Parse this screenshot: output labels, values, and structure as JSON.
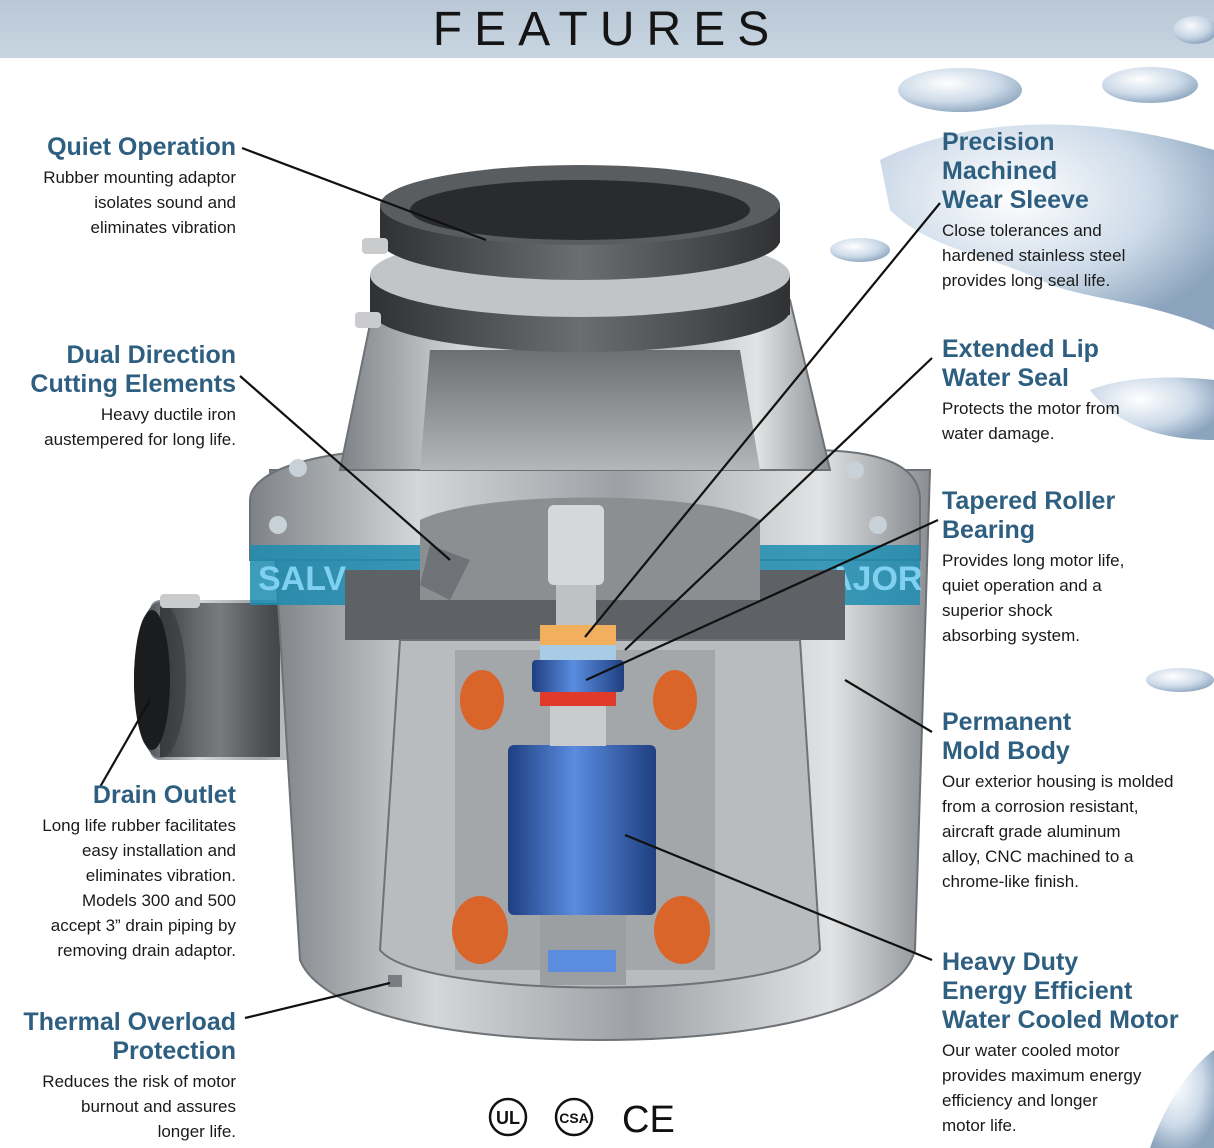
{
  "header": {
    "title": "FEATURES"
  },
  "callouts": [
    {
      "id": "quiet-operation",
      "title": [
        "Quiet Operation"
      ],
      "description": [
        "Rubber mounting adaptor",
        "isolates sound and",
        "eliminates vibration"
      ]
    },
    {
      "id": "dual-direction",
      "title": [
        "Dual Direction",
        "Cutting Elements"
      ],
      "description": [
        "Heavy ductile iron",
        "austempered for long life."
      ]
    },
    {
      "id": "drain-outlet",
      "title": [
        "Drain Outlet"
      ],
      "description": [
        "Long life rubber facilitates",
        "easy installation and",
        "eliminates vibration.",
        "Models 300 and 500",
        "accept 3” drain piping by",
        "removing drain adaptor."
      ]
    },
    {
      "id": "thermal-overload",
      "title": [
        "Thermal Overload",
        "Protection"
      ],
      "description": [
        "Reduces the risk of motor",
        "burnout and assures",
        "longer life."
      ]
    },
    {
      "id": "wear-sleeve",
      "title": [
        "Precision",
        "Machined",
        "Wear Sleeve"
      ],
      "description": [
        "Close tolerances and",
        "hardened stainless steel",
        "provides long seal life."
      ]
    },
    {
      "id": "lip-seal",
      "title": [
        "Extended Lip",
        "Water Seal"
      ],
      "description": [
        "Protects the motor from",
        "water damage."
      ]
    },
    {
      "id": "roller-bearing",
      "title": [
        "Tapered Roller",
        "Bearing"
      ],
      "description": [
        "Provides long motor life,",
        "quiet operation and a",
        "superior shock",
        "absorbing system."
      ]
    },
    {
      "id": "mold-body",
      "title": [
        "Permanent",
        "Mold Body"
      ],
      "description": [
        "Our exterior housing is molded",
        "from a corrosion resistant,",
        "aircraft grade aluminum",
        "alloy, CNC machined to a",
        "chrome-like finish."
      ]
    },
    {
      "id": "motor",
      "title": [
        "Heavy Duty",
        "Energy Efficient",
        "Water Cooled Motor"
      ],
      "description": [
        "Our water cooled motor",
        "provides maximum energy",
        "efficiency and longer",
        "motor life."
      ]
    }
  ],
  "brand_band": {
    "left": "SALV",
    "right": "AJOR"
  },
  "certifications": [
    "UL",
    "CSA",
    "CE"
  ],
  "colors": {
    "title_blue": "#2e5f80",
    "header_band": "#c3d0dc",
    "body_metal": "#a9acaf",
    "motor_blue": "#3d6fc0",
    "accent_orange": "#d9652a",
    "band_teal": "#1d8cb0"
  }
}
